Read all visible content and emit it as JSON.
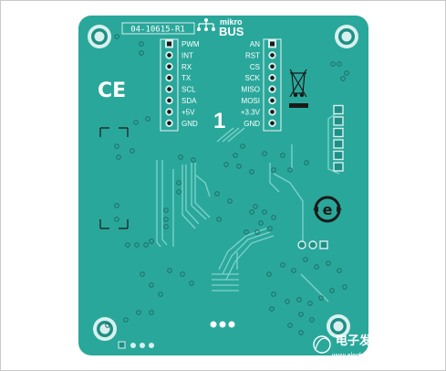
{
  "board": {
    "part_number": "04-10615-R1",
    "logo_top": "mikro",
    "logo_bottom": "BUS",
    "big_number": "1",
    "ce_mark": "CE",
    "colors": {
      "board": "#2aa79b",
      "board_dark": "#1f8f86",
      "trace": "#7fd3cb",
      "pad": "#d8f1ee",
      "white": "#ffffff",
      "black": "#1a1a1a",
      "outline": "#c9c9c9"
    }
  },
  "left_pins": [
    "PWM",
    "INT",
    "RX",
    "TX",
    "SCL",
    "SDA",
    "+5V",
    "GND"
  ],
  "right_pins": [
    "AN",
    "RST",
    "CS",
    "SCK",
    "MISO",
    "MOSI",
    "+3.3V",
    "GND"
  ],
  "icons": [
    "mikrobus-logo-icon",
    "ce-mark-icon",
    "weee-bin-icon",
    "recycle-e-icon",
    "watermark-icon"
  ],
  "watermark": {
    "text": "电子发烧友",
    "url": "www.elecfans.com"
  }
}
